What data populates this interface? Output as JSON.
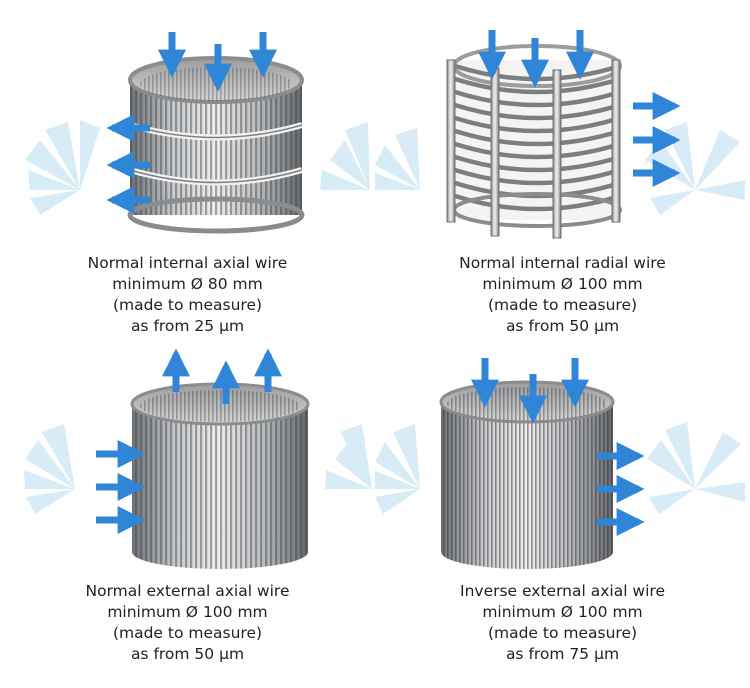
{
  "panels": [
    {
      "id": "normal-internal-axial",
      "lines": [
        "Normal internal axial wire",
        "minimum Ø 80 mm",
        "(made to measure)",
        "as from 25 µm"
      ]
    },
    {
      "id": "normal-internal-radial",
      "lines": [
        "Normal internal radial wire",
        "minimum Ø 100 mm",
        "(made to measure)",
        "as from 50 µm"
      ]
    },
    {
      "id": "normal-external-axial",
      "lines": [
        "Normal external axial wire",
        "minimum Ø 100 mm",
        "(made to measure)",
        "as from 50 µm"
      ]
    },
    {
      "id": "inverse-external-axial",
      "lines": [
        "Inverse external axial wire",
        "minimum Ø 100 mm",
        "(made to measure)",
        "as from 75 µm"
      ]
    }
  ],
  "colors": {
    "arrow": "#2f86d6",
    "fan": "#d2e9f6",
    "metal_dark": "#6f7275",
    "metal_light": "#e4e5e6",
    "text": "#222222"
  }
}
